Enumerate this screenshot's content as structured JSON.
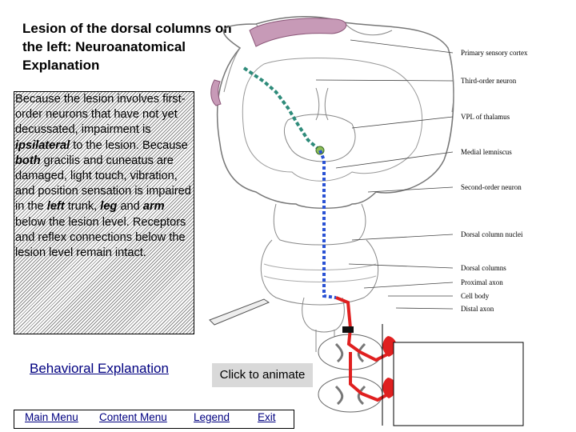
{
  "title": [
    "Lesion of the dorsal columns on",
    "the left: Neuroanatomical",
    "Explanation"
  ],
  "explanation": {
    "p1": "Because the lesion involves first-order neurons that have not yet decussated, impairment is ",
    "em1": "ipsilateral",
    "p2": " to the lesion. Because ",
    "em2": "both",
    "p3": " gracilis and cuneatus are damaged, light touch, vibration, and position sensation is impaired in the ",
    "em3": "left",
    "p4": " trunk, ",
    "em4": "leg",
    "p5": " and ",
    "em5": "arm",
    "p6": " below the lesion level. Receptors and reflex connections below the lesion level remain intact."
  },
  "links": {
    "behavioral": "Behavioral Explanation",
    "animate": "Click to animate"
  },
  "menu": {
    "main": "Main Menu",
    "content": "Content Menu",
    "legend": "Legend",
    "exit": "Exit"
  },
  "diagram_labels": {
    "cortex": "Primary sensory cortex",
    "third_order": "Third-order neuron",
    "vpl": "VPL of thalamus",
    "lemniscus": "Medial lemniscus",
    "second_order": "Second-order neuron",
    "nuclei": "Dorsal column nuclei",
    "columns": "Dorsal columns",
    "proximal": "Proximal axon",
    "cell_body": "Cell body",
    "distal": "Distal axon"
  },
  "colors": {
    "link": "#000080",
    "third_order_path": "#2e8b7a",
    "second_order_path": "#2a52d4",
    "first_order_path": "#e02020",
    "cortex_highlight": "#c79ab7",
    "hatch": "#8a8a8a",
    "button": "#d9d9d9"
  }
}
